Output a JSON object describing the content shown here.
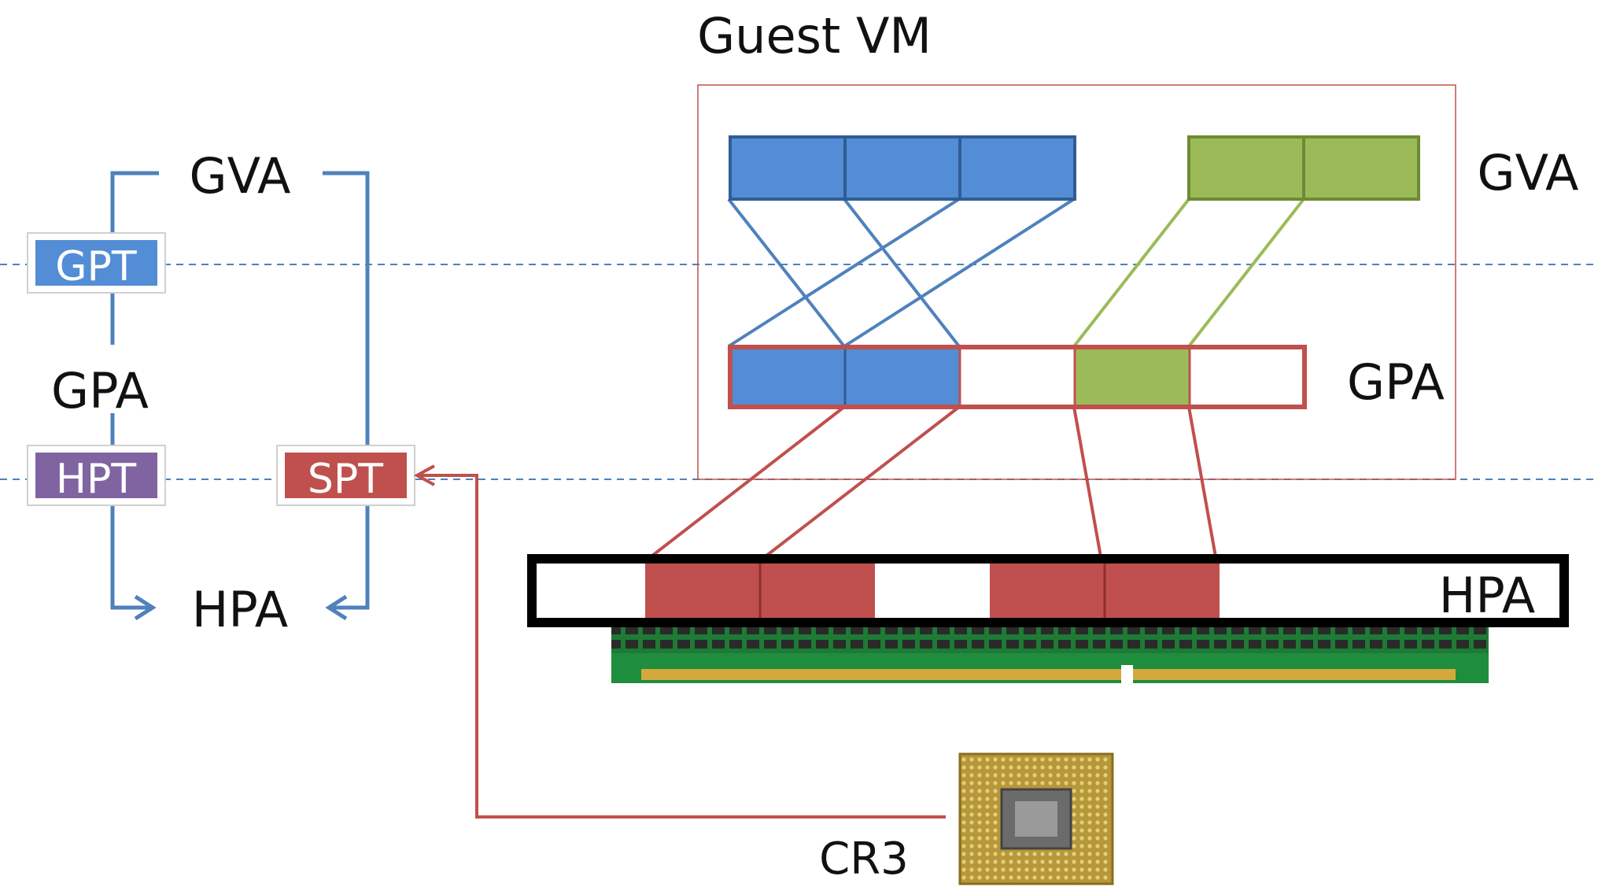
{
  "title": "Guest VM",
  "left": {
    "gva": "GVA",
    "gpa": "GPA",
    "hpa": "HPA",
    "gpt": "GPT",
    "hpt": "HPT",
    "spt": "SPT"
  },
  "right": {
    "gva": "GVA",
    "gpa": "GPA",
    "hpa": "HPA"
  },
  "cpu_label": "CR3",
  "colors": {
    "blue": "#538dd5",
    "blue_stroke": "#2f5d94",
    "green": "#9bbb59",
    "green_stroke": "#6d8b34",
    "red": "#c0504d",
    "purple": "#8064a2",
    "line_blue": "#4f81bd",
    "dashed": "#4f81bd"
  }
}
